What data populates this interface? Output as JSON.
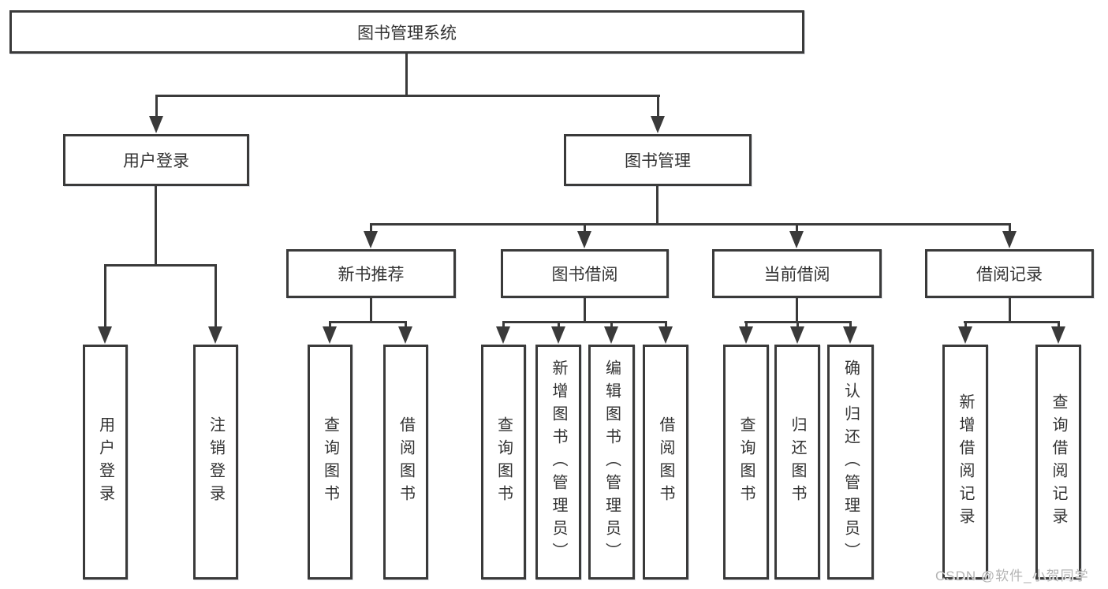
{
  "tree": {
    "root": {
      "label": "图书管理系统",
      "children": [
        {
          "label": "用户登录",
          "children": [
            {
              "label": "用户登录"
            },
            {
              "label": "注销登录"
            }
          ]
        },
        {
          "label": "图书管理",
          "children": [
            {
              "label": "新书推荐",
              "children": [
                {
                  "label": "查询图书"
                },
                {
                  "label": "借阅图书"
                }
              ]
            },
            {
              "label": "图书借阅",
              "children": [
                {
                  "label": "查询图书"
                },
                {
                  "label": "新增图书（管理员）"
                },
                {
                  "label": "编辑图书（管理员）"
                },
                {
                  "label": "借阅图书"
                }
              ]
            },
            {
              "label": "当前借阅",
              "children": [
                {
                  "label": "查询图书"
                },
                {
                  "label": "归还图书"
                },
                {
                  "label": "确认归还（管理员）"
                }
              ]
            },
            {
              "label": "借阅记录",
              "children": [
                {
                  "label": "新增借阅记录"
                },
                {
                  "label": "查询借阅记录"
                }
              ]
            }
          ]
        }
      ]
    }
  },
  "watermark": {
    "text": "CSDN @软件_小贺同学"
  },
  "colors": {
    "line": "#3a3a3a",
    "text": "#333333",
    "watermark": "#b4b4b4",
    "background": "#ffffff"
  }
}
